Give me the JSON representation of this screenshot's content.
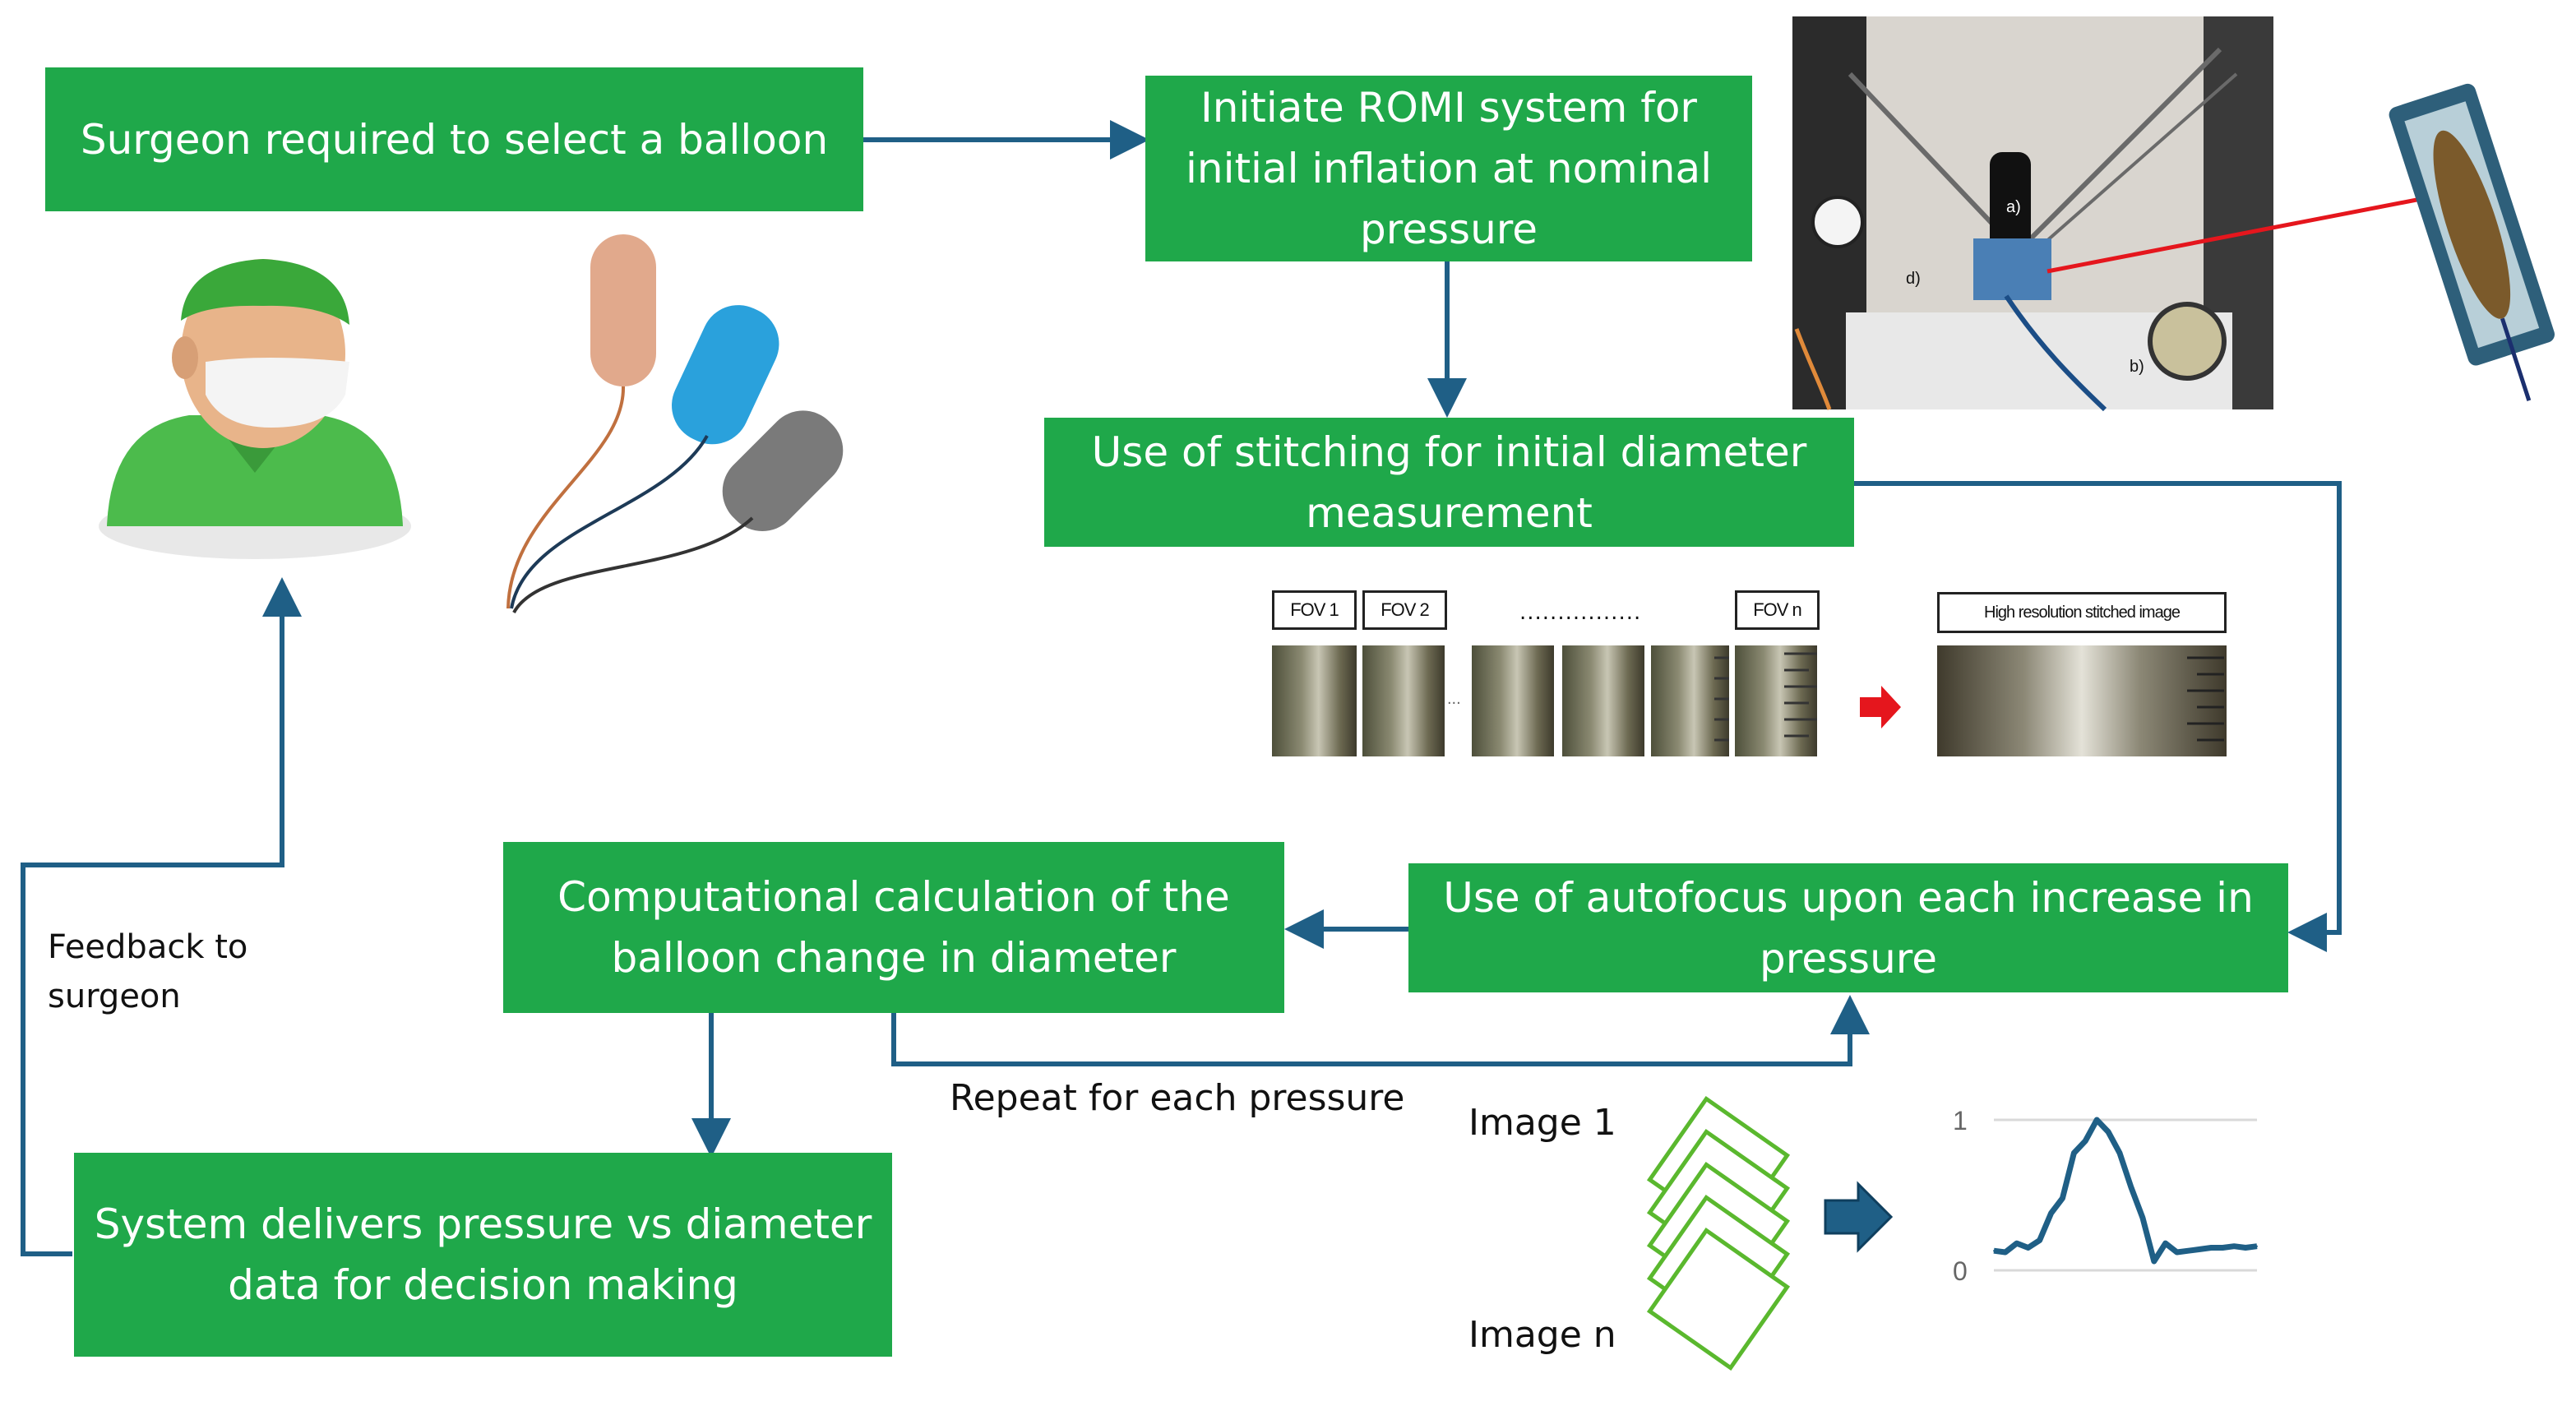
{
  "boxes": {
    "select_balloon": "Surgeon required to select a balloon",
    "initiate_romi": "Initiate ROMI system for initial inflation at nominal pressure",
    "stitching": "Use of stitching for initial diameter measurement",
    "autofocus": "Use of autofocus upon each increase in pressure",
    "computational": "Computational calculation of the balloon change in diameter",
    "delivers": "System delivers pressure vs diameter data for decision making"
  },
  "labels": {
    "feedback": "Feedback to surgeon",
    "repeat": "Repeat for each pressure",
    "image_first": "Image 1",
    "image_last": "Image n",
    "fov1": "FOV 1",
    "fov2": "FOV 2",
    "fov_dots": "................",
    "fovn": "FOV n",
    "stitched": "High resolution stitched image",
    "ellipsis_small": "...",
    "photo_a": "a)",
    "photo_b": "b)",
    "photo_d": "d)"
  },
  "colors": {
    "box_green": "#1fa84a",
    "arrow_blue": "#1f5f86",
    "frame_green": "#5ab82e",
    "red_arrow": "#e5161d"
  },
  "chart_data": {
    "type": "line",
    "y_ticks": [
      "1",
      "0"
    ],
    "ylim": [
      0,
      1
    ],
    "x": [
      0,
      1,
      2,
      3,
      4,
      5,
      6,
      7,
      8,
      9,
      10,
      11,
      12,
      13,
      14,
      15,
      16,
      17,
      18,
      19,
      20,
      21,
      22,
      23
    ],
    "values": [
      0.13,
      0.12,
      0.18,
      0.15,
      0.2,
      0.38,
      0.48,
      0.78,
      0.86,
      1.0,
      0.92,
      0.78,
      0.55,
      0.35,
      0.06,
      0.18,
      0.12,
      0.13,
      0.14,
      0.15,
      0.15,
      0.16,
      0.15,
      0.16
    ],
    "grid": true,
    "title": "",
    "xlabel": "",
    "ylabel": ""
  }
}
